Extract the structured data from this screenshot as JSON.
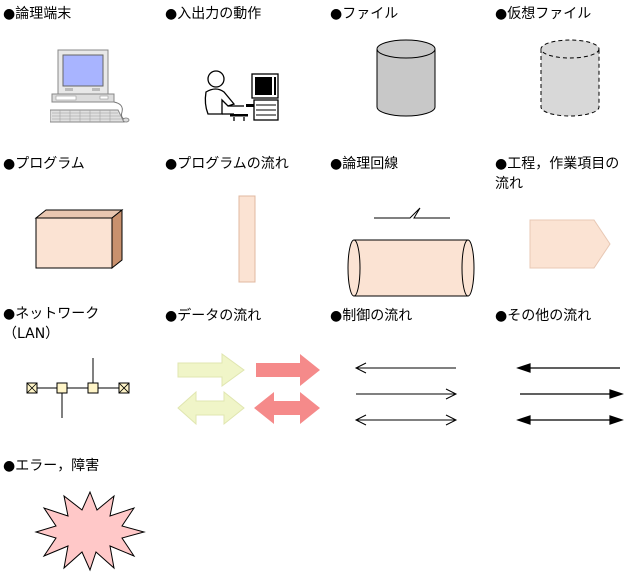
{
  "legend": {
    "bullet": "●",
    "items": [
      {
        "key": "logical-terminal",
        "text": "論理端末"
      },
      {
        "key": "io-operation",
        "text": "入出力の動作"
      },
      {
        "key": "file",
        "text": "ファイル"
      },
      {
        "key": "virtual-file",
        "text": "仮想ファイル"
      },
      {
        "key": "program",
        "text": "プログラム"
      },
      {
        "key": "program-flow",
        "text": "プログラムの流れ"
      },
      {
        "key": "logical-line",
        "text": "論理回線"
      },
      {
        "key": "process-flow",
        "text": "工程，作業項目の\n流れ"
      },
      {
        "key": "network",
        "text": "ネットワーク\n（LAN）"
      },
      {
        "key": "data-flow",
        "text": "データの流れ"
      },
      {
        "key": "control-flow",
        "text": "制御の流れ"
      },
      {
        "key": "other-flow",
        "text": "その他の流れ"
      },
      {
        "key": "error",
        "text": "エラー，障害"
      }
    ]
  },
  "colors": {
    "cylinder_gray": "#c8c8c8",
    "program_box": "#fbe3d3",
    "program_side": "#d9a98a",
    "pipe": "#fbe3d3",
    "data_arrow_yellow": "#f0f5c8",
    "data_arrow_red": "#f58a8a",
    "network_node": "#fff5c8",
    "error_star": "#ffc8c8",
    "screen": "#a8b4ff"
  }
}
